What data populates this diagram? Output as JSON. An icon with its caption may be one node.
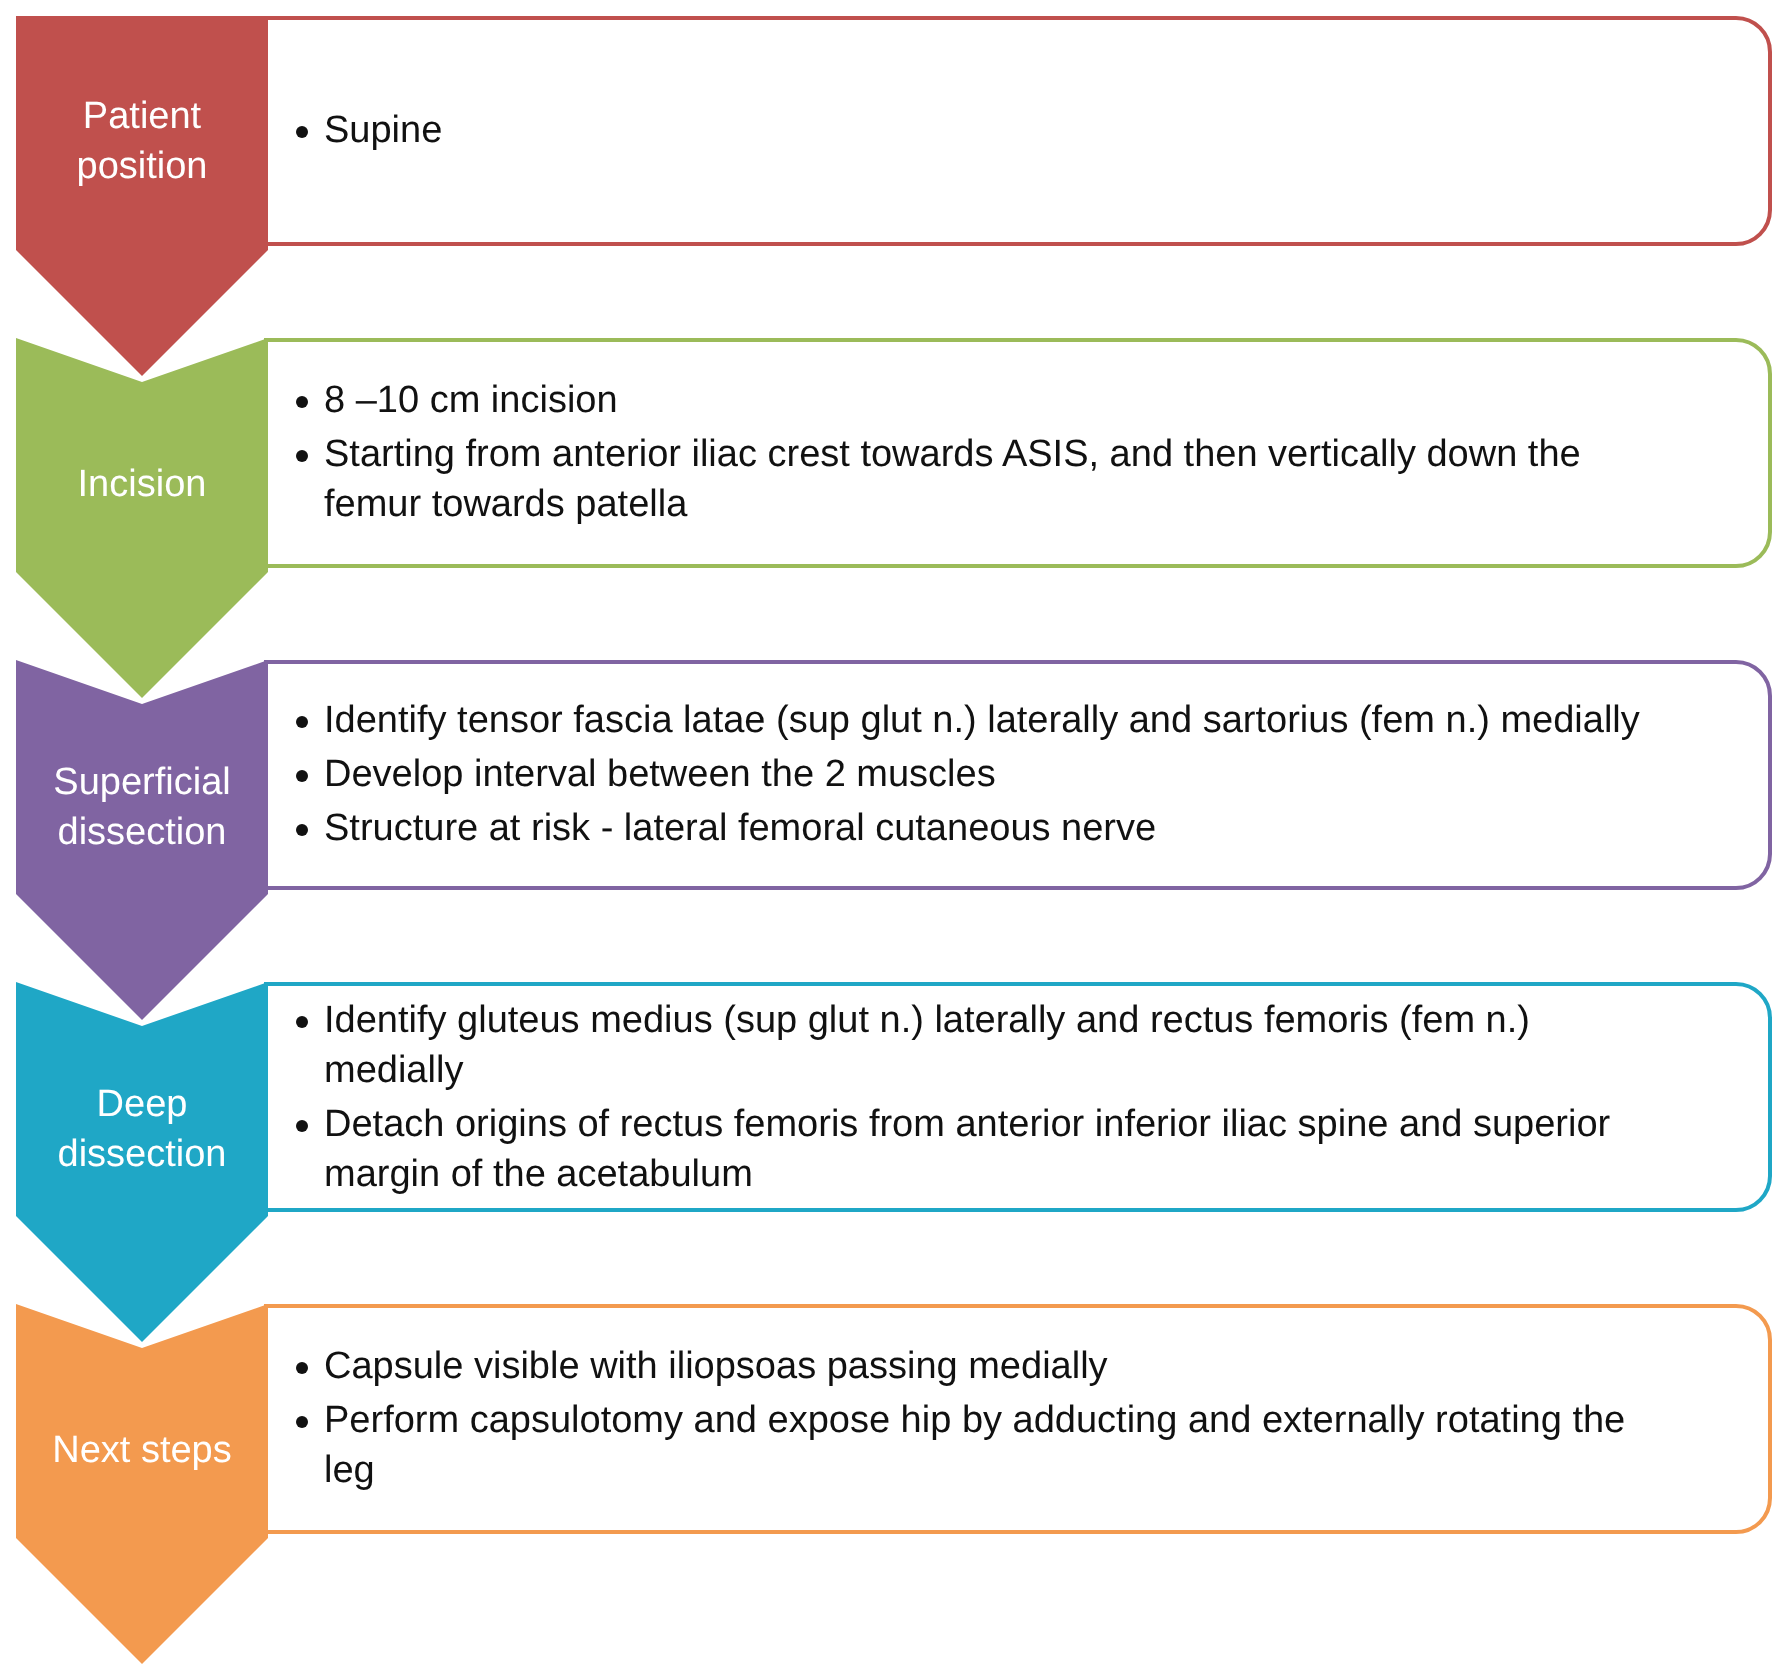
{
  "diagram": {
    "nodes": [
      {
        "text": [
          "Patient position"
        ]
      },
      {
        "text": [
          "Supine"
        ]
      },
      {
        "text": [
          "Incision"
        ]
      },
      {
        "text": [
          "8 –10 cm incision",
          "Starting from anterior iliac crest towards ASIS, and then vertically down the femur towards patella"
        ]
      },
      {
        "text": [
          "Superficial dissection"
        ]
      },
      {
        "text": [
          "Identify tensor fascia latae (sup glut n.) laterally and sartorius (fem n.) medially",
          "Develop interval between the 2 muscles",
          "Structure at risk - lateral femoral cutaneous nerve"
        ]
      },
      {
        "text": [
          "Deep dissection"
        ]
      },
      {
        "text": [
          "Identify gluteus medius (sup glut n.) laterally and rectus femoris (fem n.) medially",
          "Detach origins of rectus femoris from anterior inferior iliac spine and superior margin of the acetabulum"
        ]
      },
      {
        "text": [
          "Next steps"
        ]
      },
      {
        "text": [
          "Capsule visible with iliopsoas passing medially",
          "Perform capsulotomy and expose hip by adducting and externally rotating the leg"
        ]
      }
    ],
    "edges": []
  }
}
